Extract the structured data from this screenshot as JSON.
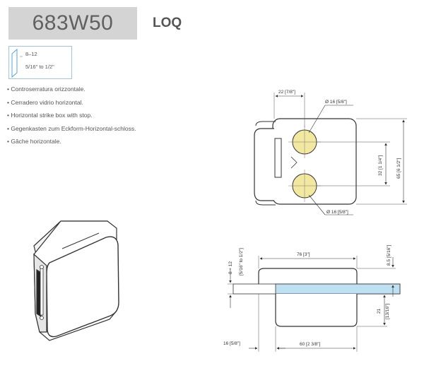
{
  "header": {
    "product_code": "683W50",
    "brand": "LOQ"
  },
  "glass_thickness": {
    "range_mm": "8–12",
    "range_inch": "5/16\" to 1/2\""
  },
  "descriptions": [
    "Controserratura orizzontale.",
    "Cerradero vidrio horizontal.",
    "Horizontal strike box with stop.",
    "Gegenkasten zum Eckform-Horizontal-schloss.",
    "Gâche horizontale."
  ],
  "dimensions": {
    "top_offset": "22 [7/8\"]",
    "hole_top": "Ø 16 [5/8\"]",
    "hole_bottom": "Ø 16 [5/8\"]",
    "hole_spacing": "32 [1 1/4\"]",
    "height_total": "65 [6 1/2\"]",
    "width_total": "76 [3\"]",
    "glass_range": "8 ÷ 12",
    "glass_range_inch": "[5/16\" to 1/2\"]",
    "top_clearance": "8.5 [5/16\"]",
    "lower_height": "21",
    "lower_height_inch": "[13/16\"]",
    "left_offset": "16 [5/8\"]",
    "lower_width": "60 [2  3/8\"]"
  },
  "colors": {
    "code_box": "#d4d4d4",
    "glass_blue": "#bde0f2",
    "hole_yellow": "#f3e8a0",
    "icon_border": "#9ec7e6"
  }
}
